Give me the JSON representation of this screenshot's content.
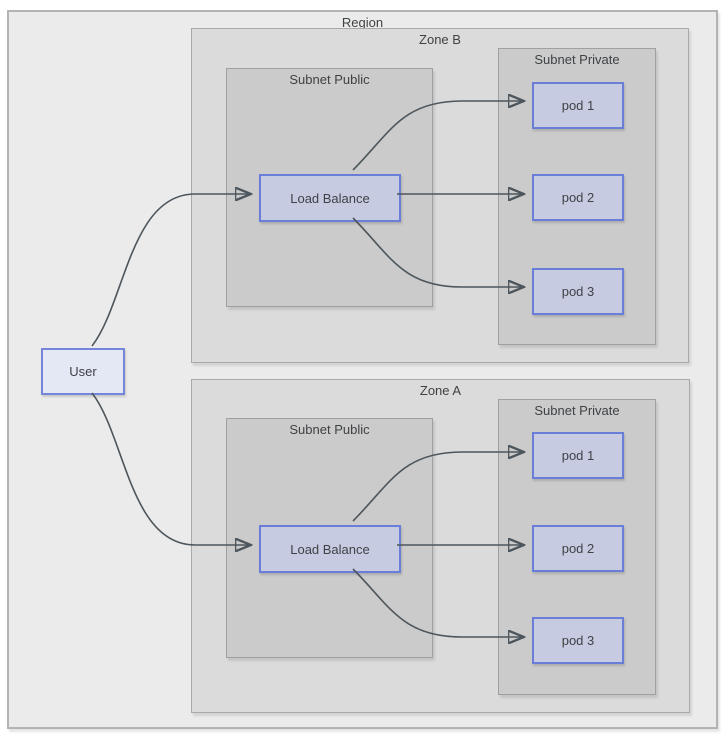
{
  "diagram": {
    "region_label": "Region",
    "user": {
      "label": "User"
    },
    "zones": [
      {
        "label": "Zone B",
        "subnet_public": {
          "label": "Subnet Public",
          "load_balancer": {
            "label": "Load Balance"
          }
        },
        "subnet_private": {
          "label": "Subnet Private",
          "pods": [
            {
              "label": "pod 1"
            },
            {
              "label": "pod 2"
            },
            {
              "label": "pod 3"
            }
          ]
        }
      },
      {
        "label": "Zone A",
        "subnet_public": {
          "label": "Subnet Public",
          "load_balancer": {
            "label": "Load Balance"
          }
        },
        "subnet_private": {
          "label": "Subnet Private",
          "pods": [
            {
              "label": "pod 1"
            },
            {
              "label": "pod 2"
            },
            {
              "label": "pod 3"
            }
          ]
        }
      }
    ],
    "edges": [
      {
        "from": "User",
        "to": "Zone B Load Balance"
      },
      {
        "from": "User",
        "to": "Zone A Load Balance"
      },
      {
        "from": "Zone B Load Balance",
        "to": "Zone B pod 1"
      },
      {
        "from": "Zone B Load Balance",
        "to": "Zone B pod 2"
      },
      {
        "from": "Zone B Load Balance",
        "to": "Zone B pod 3"
      },
      {
        "from": "Zone A Load Balance",
        "to": "Zone A pod 1"
      },
      {
        "from": "Zone A Load Balance",
        "to": "Zone A pod 2"
      },
      {
        "from": "Zone A Load Balance",
        "to": "Zone A pod 3"
      }
    ],
    "colors": {
      "region_fill": "#ebebeb",
      "zone_fill": "#dbdbdb",
      "subnet_fill": "#cbcbcb",
      "node_fill": "#c6cbe1",
      "node_border": "#6a7ed7",
      "user_fill": "#e4e8f5",
      "user_border": "#7585d9",
      "edge_color": "#4d565c",
      "text_color": "#3f4245"
    }
  }
}
